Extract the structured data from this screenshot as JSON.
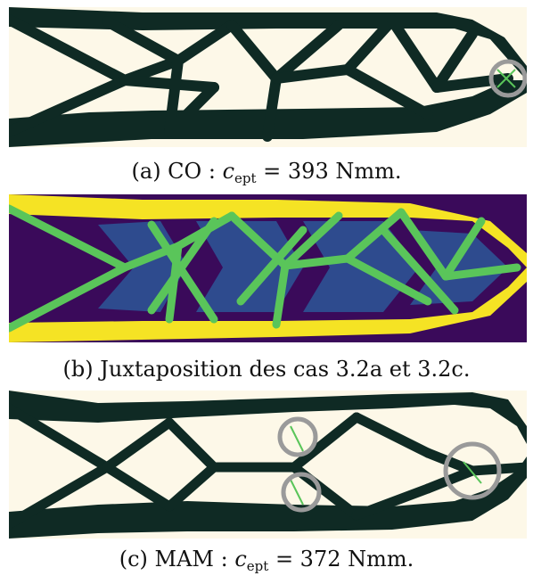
{
  "colors": {
    "solid": "#0f2a24",
    "void": "#fdf8e8",
    "juxta_background": "#3a0a5a",
    "juxta_yellow": "#f5e324",
    "juxta_green": "#5ac55a",
    "juxta_blue": "#2e4b8e",
    "marker_circle": "#9a9a9a"
  },
  "figure": {
    "a": {
      "caption_prefix": "(a) CO : ",
      "caption_var": "c",
      "caption_sub": "ept",
      "caption_eq": " = 393 Nmm."
    },
    "b": {
      "caption": "(b) Juxtaposition des cas 3.2a et 3.2c."
    },
    "c": {
      "caption_prefix": "(c) MAM : ",
      "caption_var": "c",
      "caption_sub": "ept",
      "caption_eq": " = 372 Nmm."
    }
  }
}
